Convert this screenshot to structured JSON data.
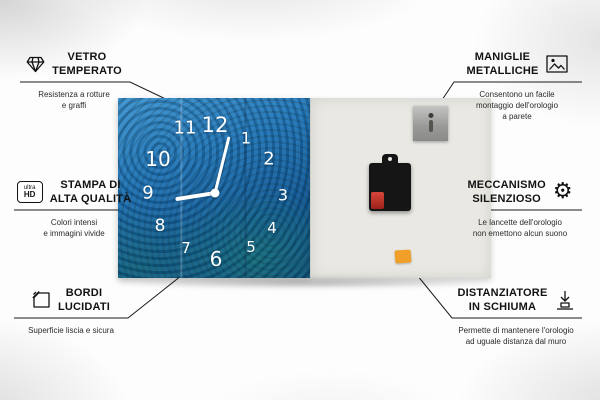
{
  "callouts": {
    "vetro": {
      "title": "VETRO\nTEMPERATO",
      "subtitle": "Resistenza a rotture\ne graffi",
      "icon": "diamond-icon"
    },
    "stampa": {
      "title": "STAMPA DI\nALTA QUALITÀ",
      "subtitle": "Colori intensi\ne immagini vivide",
      "icon": "ultra-hd-icon",
      "icon_line1": "ultra",
      "icon_line2": "HD"
    },
    "bordi": {
      "title": "BORDI\nLUCIDATI",
      "subtitle": "Superficie liscia e sicura",
      "icon": "polished-edge-icon"
    },
    "maniglie": {
      "title": "MANIGLIE\nMETALLICHE",
      "subtitle": "Consentono un facile\nmontaggio dell'orologio\na parete",
      "icon": "frame-icon"
    },
    "meccanismo": {
      "title": "MECCANISMO\nSILENZIOSO",
      "subtitle": "Le lancette dell'orologio\nnon emettono alcun suono",
      "icon": "gear-icon",
      "icon_glyph": "⚙"
    },
    "distanziatore": {
      "title": "DISTANZIATORE\nIN SCHIUMA",
      "subtitle": "Permette di mantenere l'orologio\nad uguale distanza dal muro",
      "icon": "spacer-icon"
    }
  },
  "clock": {
    "numbers": [
      "1",
      "2",
      "3",
      "4",
      "5",
      "6",
      "7",
      "8",
      "9",
      "10",
      "11",
      "12"
    ]
  },
  "colors": {
    "clock_blue": "#1a6cb0",
    "panel_gray": "#e9e8e3",
    "mechanism_black": "#151515",
    "battery_red": "#c03028",
    "foam_orange": "#f0a028",
    "metal_gray": "#9a9a98",
    "connector_line": "#1c1c1c"
  }
}
